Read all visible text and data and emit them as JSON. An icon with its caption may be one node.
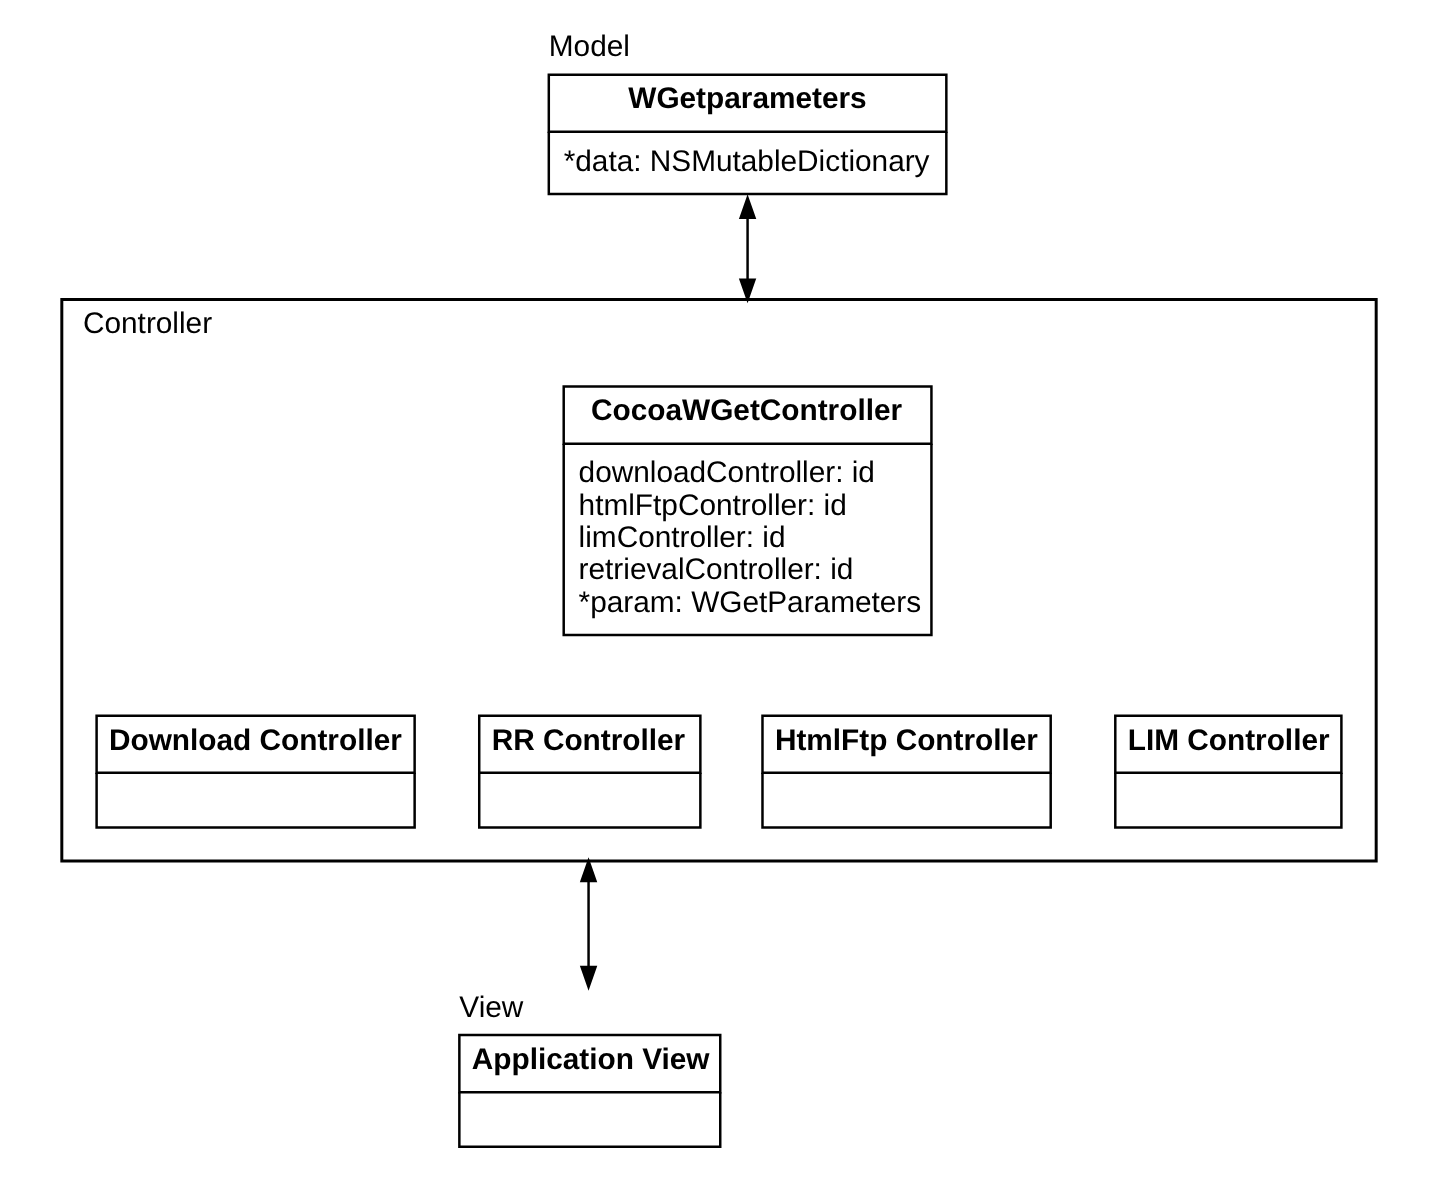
{
  "diagram": {
    "nodes": [
      {
        "text": [
          "WGetparameters",
          "*data: NSMutableDictionary"
        ],
        "beside": [
          "Model"
        ]
      },
      {
        "text": [
          "Controller"
        ]
      },
      {
        "text": [
          "CocoaWGetController",
          "downloadController: id",
          "htmlFtpController: id",
          "limController: id",
          "retrievalController: id",
          "*param: WGetParameters"
        ],
        "in": 1
      },
      {
        "text": [
          "Download Controller"
        ],
        "in": 1
      },
      {
        "text": [
          "RR Controller"
        ],
        "in": 1
      },
      {
        "text": [
          "HtmlFtp Controller"
        ],
        "in": 1
      },
      {
        "text": [
          "LIM Controller"
        ],
        "in": 1
      },
      {
        "text": [
          "Application View"
        ],
        "beside": [
          "View"
        ]
      }
    ],
    "edges": [
      {
        "from": 0,
        "to": 1,
        "arrow": "both"
      },
      {
        "from": 1,
        "to": 7,
        "arrow": "both"
      }
    ]
  }
}
